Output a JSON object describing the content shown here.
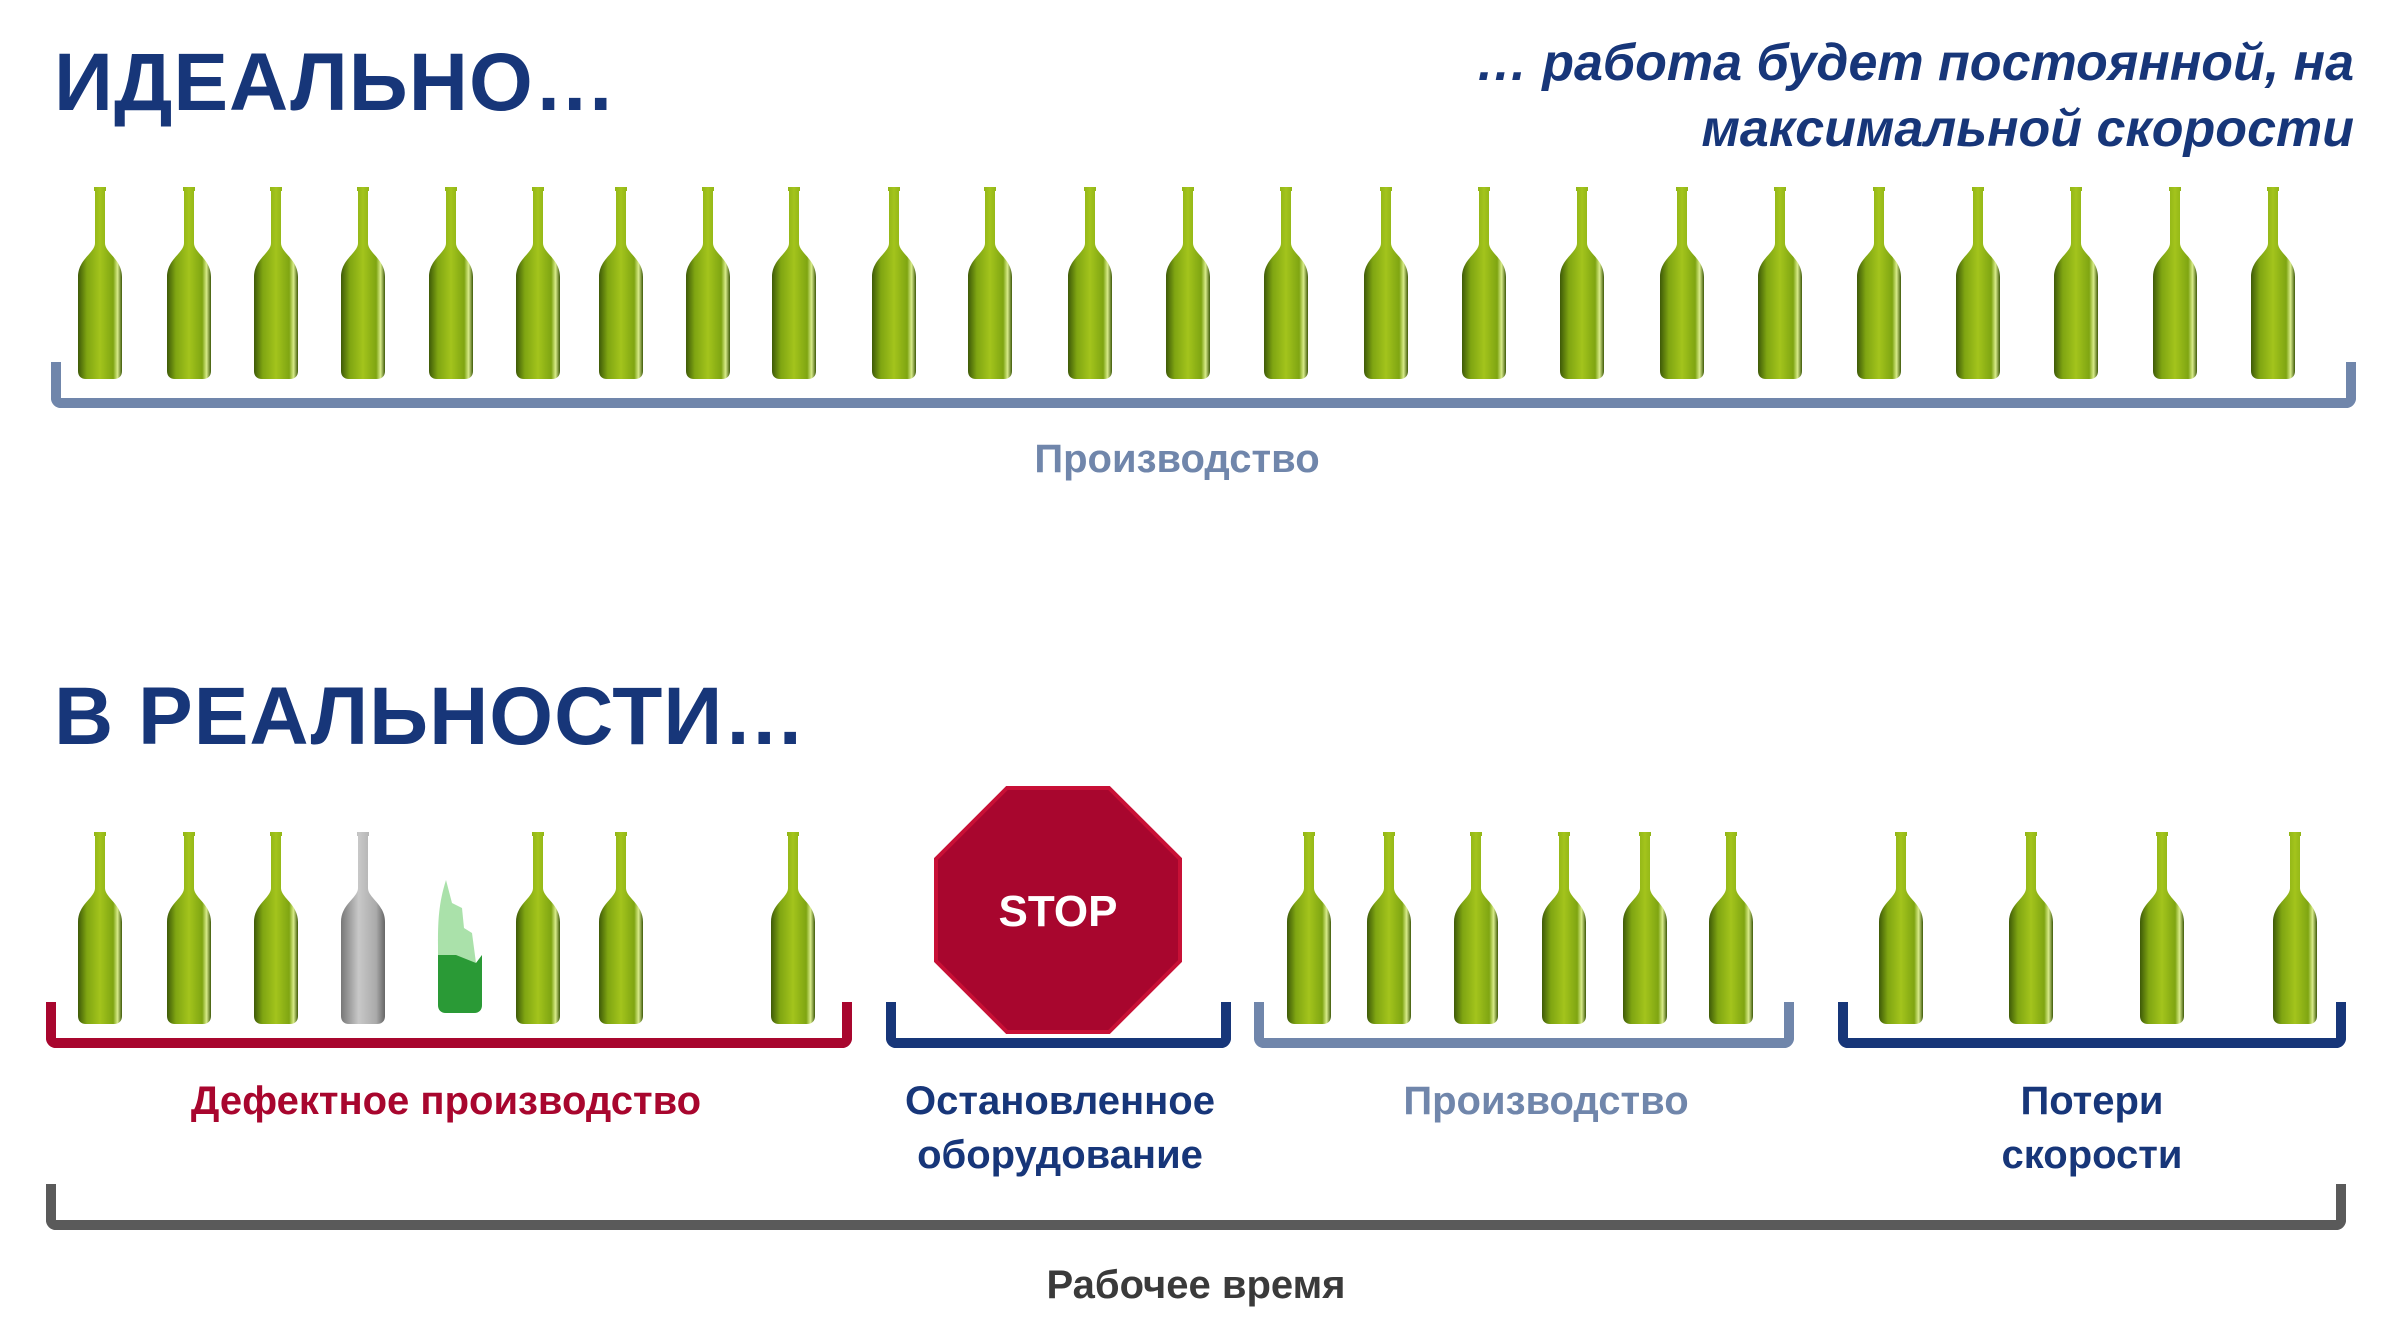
{
  "ideal": {
    "title": "ИДЕАЛЬНО…",
    "subtitle_line1": "… работа будет постоянной, на",
    "subtitle_line2": "максимальной скорости",
    "bottle_count": 24,
    "production_label": "Производство"
  },
  "reality": {
    "title": "В РЕАЛЬНОСТИ…",
    "stop_sign_text": "STOP",
    "defect_label": "Дефектное производство",
    "stopped_label_line1": "Остановленное",
    "stopped_label_line2": "оборудование",
    "production_label": "Производство",
    "speed_loss_label_line1": "Потери",
    "speed_loss_label_line2": "скорости",
    "working_time_label": "Рабочее время"
  },
  "colors": {
    "title": "#173679",
    "production": "#7086ab",
    "defect": "#a8062e",
    "stopped": "#173679",
    "working_time": "#5a5a5a"
  }
}
